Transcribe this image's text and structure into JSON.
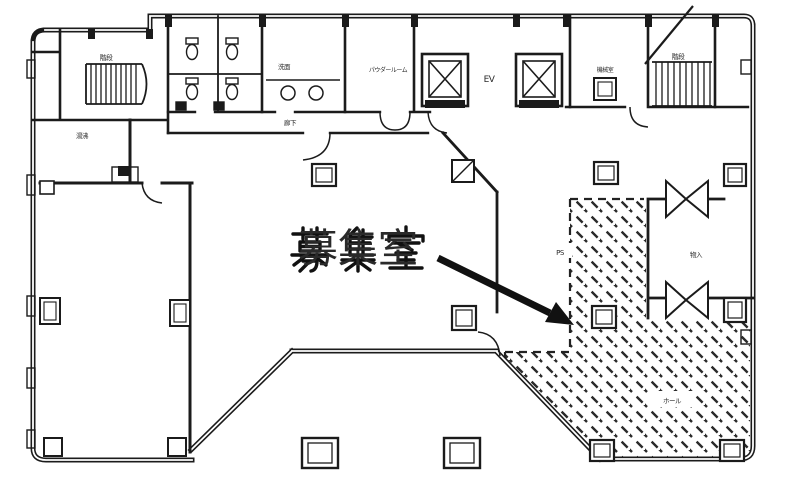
{
  "plan": {
    "type": "architectural-floor-plan",
    "description": "Scanned Japanese office-building floor plate; hatched zone is the room offered for lease, indicated by a bold arrow and large label",
    "colors": {
      "background": "#ffffff",
      "line": "#1b1b1b",
      "hatch": "#2a2a2a"
    },
    "annotation": {
      "main_label": "募集室",
      "arrow_target": "hatched vacant room (south-east quadrant)"
    },
    "labels": {
      "main": {
        "text": "募集室"
      },
      "stair_left": {
        "text": "階段"
      },
      "stair_right": {
        "text": "階段"
      },
      "kitchenette": {
        "text": "湯沸"
      },
      "washroom": {
        "text": "洗面"
      },
      "powder_room": {
        "text": "パウダールーム"
      },
      "elevator": {
        "text": "EV"
      },
      "corridor": {
        "text": "廊下"
      },
      "machine_room": {
        "text": "機械室"
      },
      "pipe_space": {
        "text": "PS"
      },
      "closet": {
        "text": "物入"
      },
      "hall": {
        "text": "ホール"
      }
    },
    "symbols": {
      "elevator": "square shaft with X cross",
      "double_door": "bow-tie (two facing triangles)",
      "stairs": "parallel tread lines",
      "column": "double-outline square",
      "vacant_area": "dashed diagonal hatching with dashed boundary"
    }
  }
}
